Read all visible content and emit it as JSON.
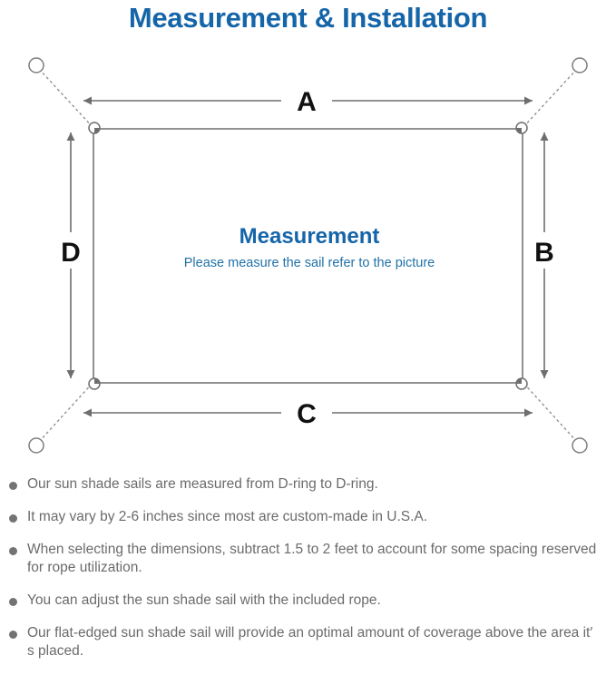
{
  "page": {
    "title": "Measurement & Installation",
    "title_color": "#1565a9",
    "background_color": "#ffffff"
  },
  "diagram": {
    "name": "sun-shade-sail-measurement-diagram",
    "center_heading": "Measurement",
    "center_subtext": "Please measure the sail refer to the picture",
    "center_heading_color": "#1565a9",
    "center_subtext_color": "#2272a8",
    "line_color": "#6e6e6e",
    "dimension_labels": {
      "top": "A",
      "right": "B",
      "bottom": "C",
      "left": "D"
    },
    "d_rings": [
      {
        "label": "top-left-d-ring"
      },
      {
        "label": "top-right-d-ring"
      },
      {
        "label": "bottom-left-d-ring"
      },
      {
        "label": "bottom-right-d-ring"
      }
    ],
    "anchor_points": [
      {
        "label": "top-left-anchor"
      },
      {
        "label": "top-right-anchor"
      },
      {
        "label": "bottom-left-anchor"
      },
      {
        "label": "bottom-right-anchor"
      }
    ]
  },
  "notes": {
    "bullet_color": "#737373",
    "text_color": "#6b6b6b",
    "items": [
      "Our sun shade sails are measured from D-ring to D-ring.",
      "It may vary by 2-6 inches since most are custom-made in U.S.A.",
      "When selecting the dimensions, subtract 1.5 to 2 feet to account for some spacing reserved for rope utilization.",
      "You can adjust the sun shade sail with the included rope.",
      "Our flat-edged sun shade sail will provide an optimal amount of coverage above the area it′ s placed."
    ]
  }
}
